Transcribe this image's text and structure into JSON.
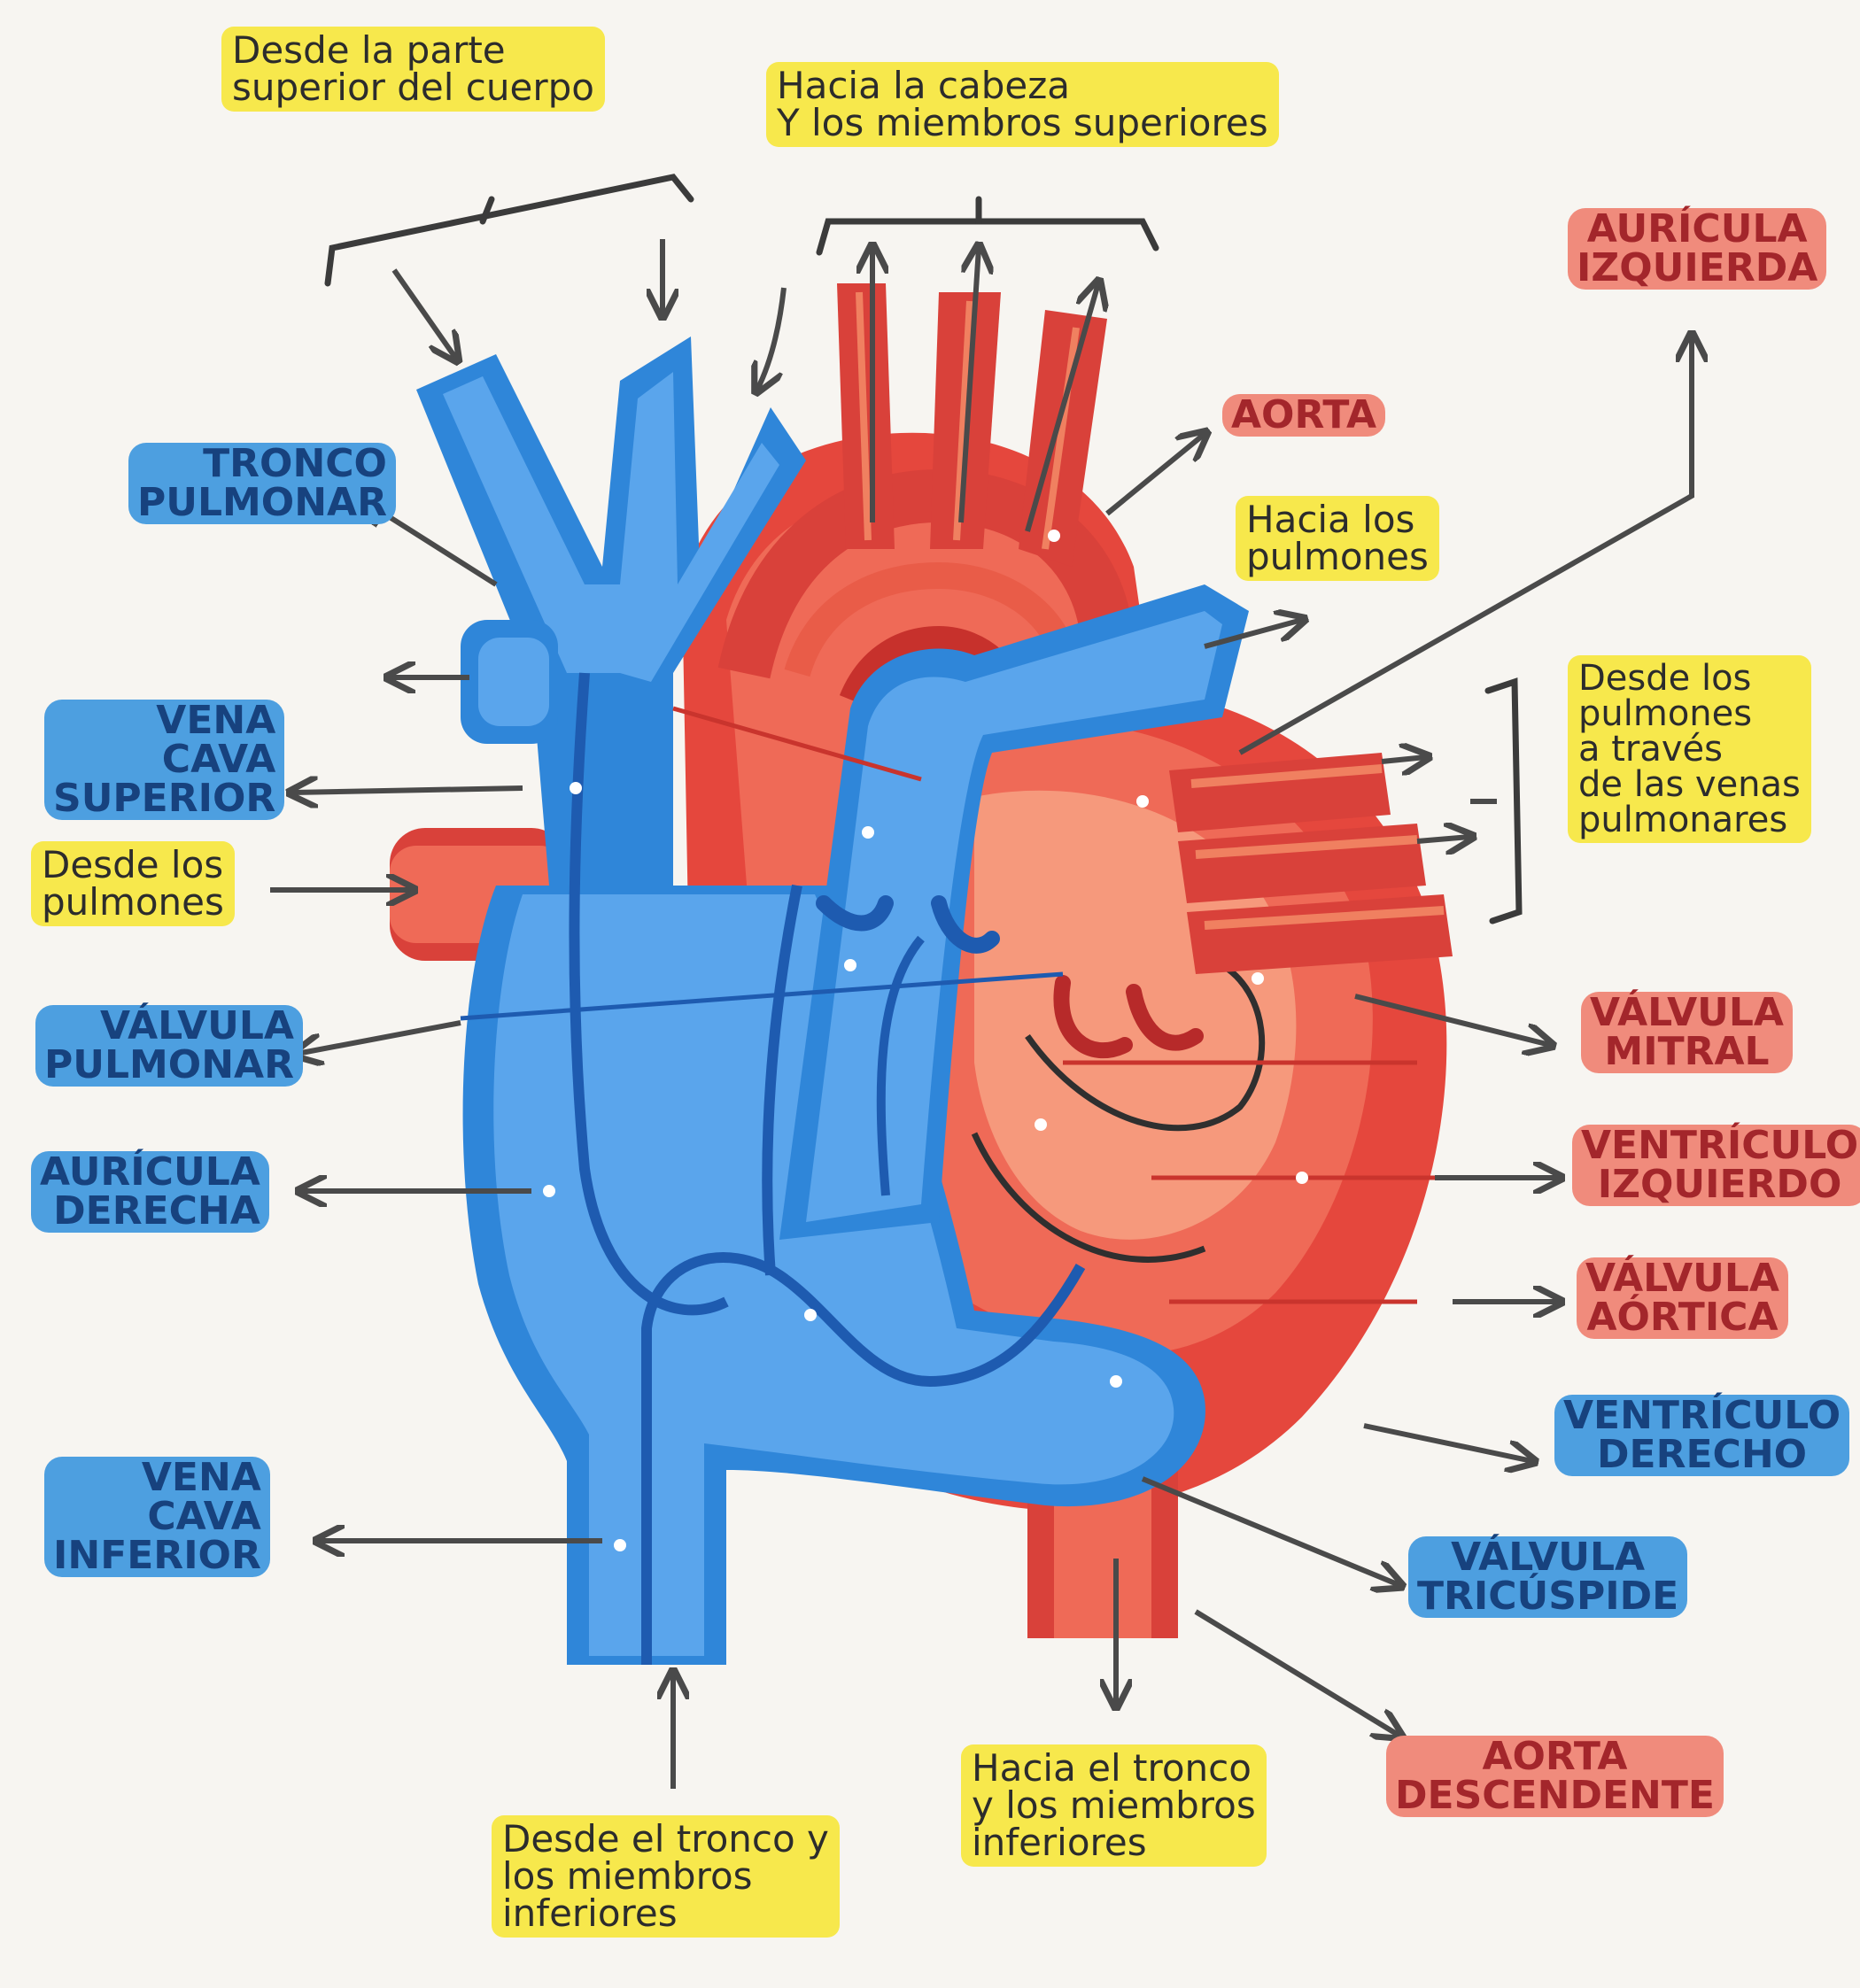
{
  "colors": {
    "arterial_red": "#e5473d",
    "arterial_light": "#f0705a",
    "venous_blue": "#2f86d9",
    "venous_dark": "#1e5bb0",
    "label_yellow": "#f7e84c",
    "label_blue": "#4d9fe0",
    "label_red": "#f08b7c"
  },
  "labels": {
    "desde_superior": [
      "Desde la parte",
      "superior del cuerpo"
    ],
    "hacia_cabeza": [
      "Hacia la cabeza",
      "Y los miembros superiores"
    ],
    "auricula_izquierda": [
      "AURÍCULA",
      "IZQUIERDA"
    ],
    "aorta": [
      "AORTA"
    ],
    "hacia_pulmones": [
      "Hacia los",
      "pulmones"
    ],
    "tronco_pulmonar": [
      "TRONCO",
      "PULMONAR"
    ],
    "vena_cava_superior": [
      "VENA",
      "CAVA",
      "SUPERIOR"
    ],
    "desde_pulmones_left": [
      "Desde los",
      "pulmones"
    ],
    "desde_pulmones_right": [
      "Desde los",
      "pulmones",
      "a través",
      "de las venas",
      "pulmonares"
    ],
    "valvula_pulmonar": [
      "VÁLVULA",
      "PULMONAR"
    ],
    "auricula_derecha": [
      "AURÍCULA",
      "DERECHA"
    ],
    "valvula_mitral": [
      "VÁLVULA",
      "MITRAL"
    ],
    "ventriculo_izquierdo": [
      "VENTRÍCULO",
      "IZQUIERDO"
    ],
    "valvula_aortica": [
      "VÁLVULA",
      "AÓRTICA"
    ],
    "ventriculo_derecho": [
      "VENTRÍCULO",
      "DERECHO"
    ],
    "vena_cava_inferior": [
      "VENA",
      "CAVA",
      "INFERIOR"
    ],
    "valvula_tricuspide": [
      "VÁLVULA",
      "TRICÚSPIDE"
    ],
    "aorta_descendente": [
      "AORTA",
      "DESCENDENTE"
    ],
    "hacia_tronco": [
      "Hacia el tronco",
      "y los miembros",
      "inferiores"
    ],
    "desde_tronco": [
      "Desde el tronco y",
      "los miembros",
      "inferiores"
    ]
  }
}
